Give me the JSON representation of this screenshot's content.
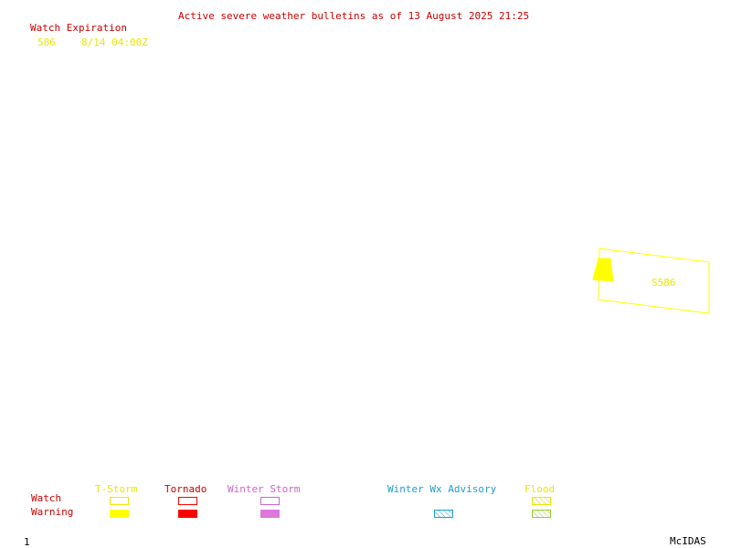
{
  "header": {
    "title": "Active severe weather bulletins as of 13 August 2025 21:25"
  },
  "watch_table": {
    "heading": "Watch Expiration",
    "rows": [
      {
        "number": "586",
        "expiration": "8/14 04:00Z"
      }
    ]
  },
  "map": {
    "watch_box_label": "S586",
    "colors": {
      "tstorm": "#ffff00",
      "tornado": "#ff0000",
      "winter_storm": "#dd77dd",
      "winter_adv": "#1a9fd6",
      "flood": "#99cc33"
    }
  },
  "legend": {
    "row_labels": {
      "watch": "Watch",
      "warning": "Warning"
    },
    "categories": [
      {
        "name": "T-Storm",
        "color": "#e8e800"
      },
      {
        "name": "Tornado",
        "color": "#cc0000"
      },
      {
        "name": "Winter Storm",
        "color": "#cc66cc"
      },
      {
        "name": "Winter Wx Advisory",
        "color": "#1a9fd6"
      },
      {
        "name": "Flood",
        "color": "#e8e800"
      }
    ]
  },
  "footer": {
    "frame_number": "1",
    "brand": "McIDAS"
  }
}
